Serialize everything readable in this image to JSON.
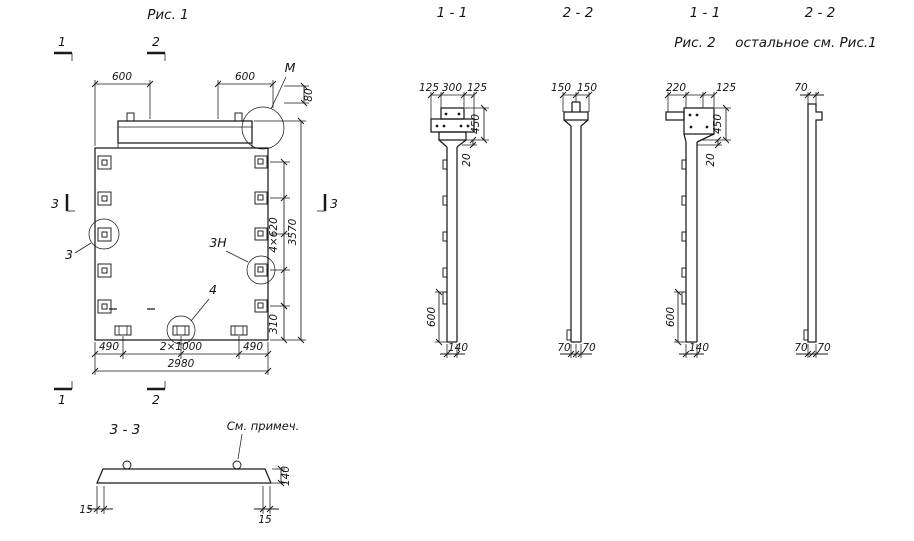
{
  "fig1": {
    "title": "Рис. 1",
    "cut1": "1",
    "cut2": "2",
    "cut3": "3",
    "labelM": "М",
    "dim600l": "600",
    "dim600r": "600",
    "dim80": "80",
    "det3": "3",
    "det3n": "3Н",
    "det4": "4",
    "dim490l": "490",
    "dim2x1000": "2×1000",
    "dim490r": "490",
    "dim2980": "2980",
    "dim4x620": "4×620",
    "dim3570": "3570",
    "dim310": "310"
  },
  "sec33": {
    "title": "3 - 3",
    "note": "См. примеч.",
    "dim140": "140",
    "dim15l": "15",
    "dim15r": "15"
  },
  "s11a": {
    "title": "1 - 1",
    "d125l": "125",
    "d300": "300",
    "d125r": "125",
    "d450": "450",
    "d20": "20",
    "d600": "600",
    "d140": "140"
  },
  "s22a": {
    "title": "2 - 2",
    "d150l": "150",
    "d150r": "150",
    "d70l": "70",
    "d70r": "70"
  },
  "fig2": {
    "caption": "Рис. 2",
    "caption2": "остальное см. Рис.1",
    "s11": {
      "title": "1 - 1",
      "d220": "220",
      "d125": "125",
      "d450": "450",
      "d20": "20",
      "d600": "600",
      "d140": "140"
    },
    "s22": {
      "title": "2 - 2",
      "d70t": "70",
      "d70l": "70",
      "d70r": "70"
    }
  }
}
